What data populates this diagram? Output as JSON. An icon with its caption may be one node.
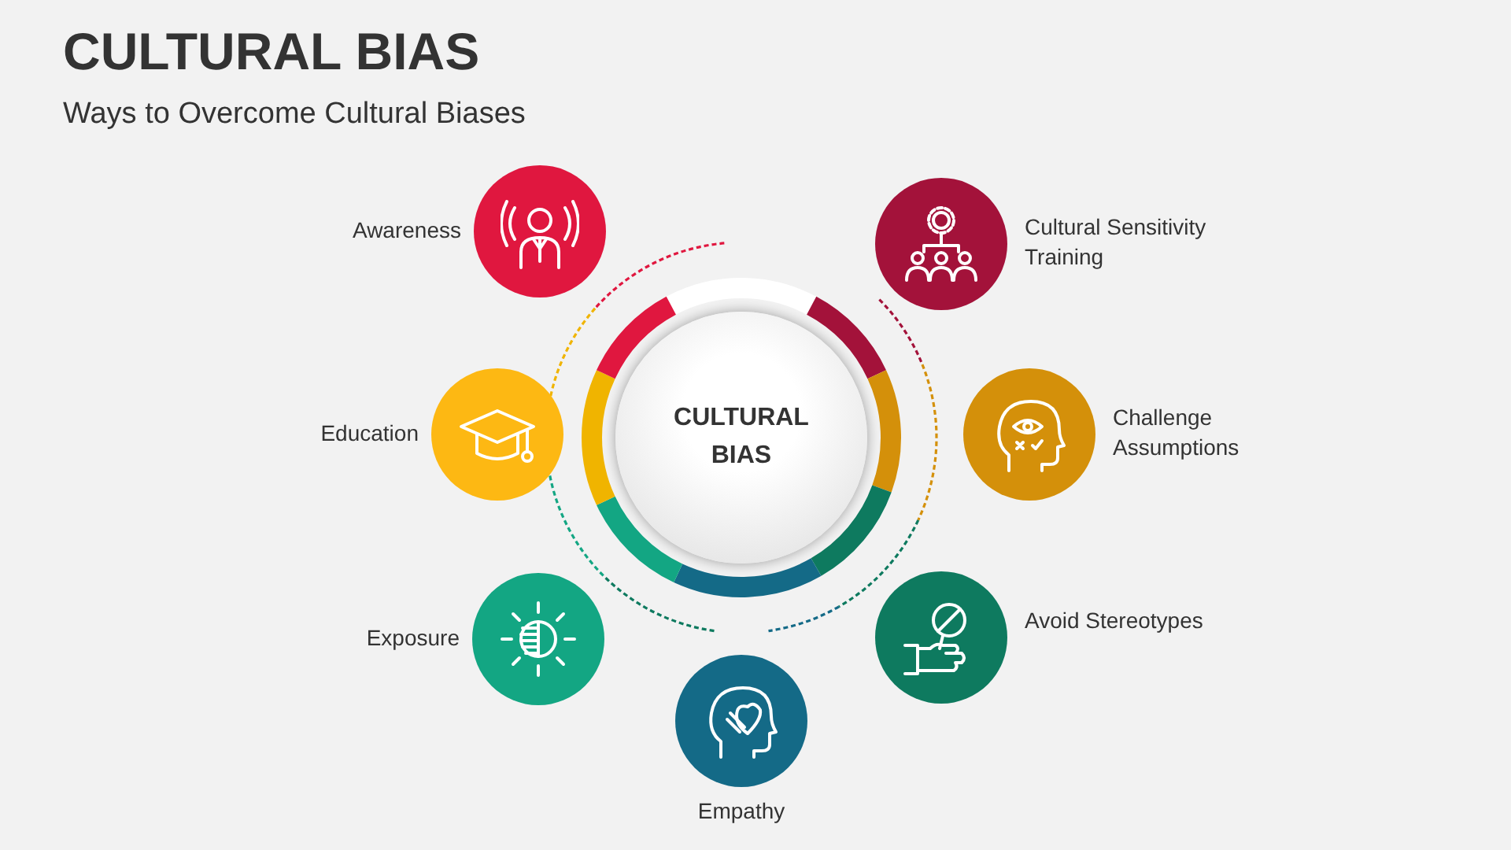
{
  "diagram": {
    "title": "CULTURAL BIAS",
    "nodes": [
      {
        "text": [
          "CULTURAL BIAS"
        ]
      },
      {
        "text": [],
        "shape": "circle",
        "beside": [
          "Awareness"
        ]
      },
      {
        "text": [],
        "shape": "circle",
        "beside": [
          "Cultural Sensitivity Training"
        ]
      },
      {
        "text": [],
        "shape": "circle",
        "beside": [
          "Education"
        ]
      },
      {
        "text": [],
        "shape": "circle",
        "beside": [
          "Challenge Assumptions"
        ]
      },
      {
        "text": [],
        "shape": "circle",
        "beside": [
          "Exposure"
        ]
      },
      {
        "text": [],
        "shape": "circle",
        "beside": [
          "Avoid Stereotypes"
        ]
      },
      {
        "text": [],
        "shape": "circle",
        "beside": [
          "Empathy"
        ]
      }
    ],
    "edges": [],
    "labels": [
      "Ways to Overcome Cultural Biases"
    ]
  }
}
